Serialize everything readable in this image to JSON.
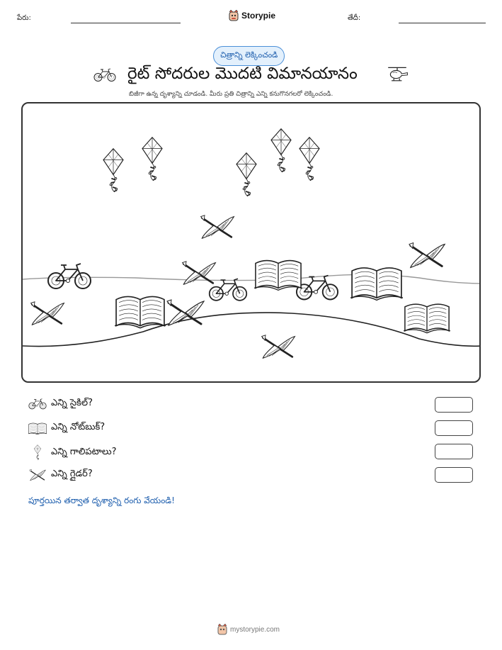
{
  "header": {
    "name_label": "పేరు:",
    "brand": "Storypie",
    "date_label": "తేదీ:"
  },
  "badge": "చిత్రాన్ని లెక్కించండి",
  "title": "రైట్ సోదరుల మొదటి విమానయానం",
  "subtitle": "బిజీగా ఉన్న దృశ్యాన్ని చూడండి. మీరు ప్రతి చిత్రాన్ని ఎన్ని కనుగొనగలరో లెక్కించండి.",
  "questions": [
    {
      "icon": "bicycle-icon",
      "text": "ఎన్ని సైకిల్?"
    },
    {
      "icon": "notebook-icon",
      "text": "ఎన్ని నోట్‌బుక్?"
    },
    {
      "icon": "kite-icon",
      "text": "ఎన్ని గాలిపటాలు?"
    },
    {
      "icon": "glider-icon",
      "text": "ఎన్ని గ్లైడర్?"
    }
  ],
  "note": "పూర్తయిన తర్వాత దృశ్యాన్ని రంగు వేయండి!",
  "footer": "mystorypie.com"
}
